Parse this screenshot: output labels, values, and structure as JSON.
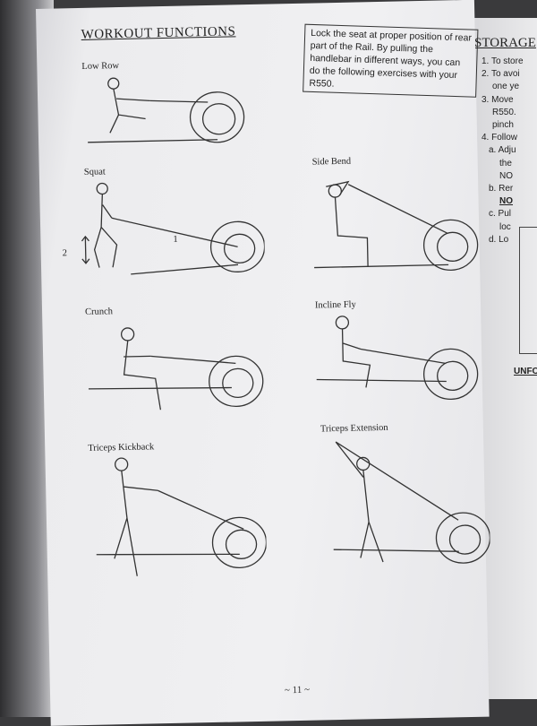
{
  "left_page": {
    "title": "WORKOUT FUNCTIONS",
    "note": "Lock the seat at proper position of rear part of the Rail. By pulling the handlebar in different ways, you can do the following exercises with your R550.",
    "exercises": [
      {
        "label": "Low Row"
      },
      {
        "label": "Squat",
        "markers": [
          "1",
          "2"
        ]
      },
      {
        "label": "Side Bend"
      },
      {
        "label": "Crunch"
      },
      {
        "label": "Incline Fly"
      },
      {
        "label": "Triceps Kickback"
      },
      {
        "label": "Triceps Extension"
      }
    ],
    "page_number": "~ 11 ~"
  },
  "right_page": {
    "title": "STORAGE",
    "lines": [
      "1. To store",
      "2. To avoi",
      "one ye",
      "3. Move",
      "R550.",
      "pinch",
      "4. Follow",
      "a. Adju",
      "the",
      "NO",
      "b. Rer",
      "NO",
      "c. Pul",
      "loc",
      "d. Lo"
    ],
    "footer": "UNFO"
  }
}
